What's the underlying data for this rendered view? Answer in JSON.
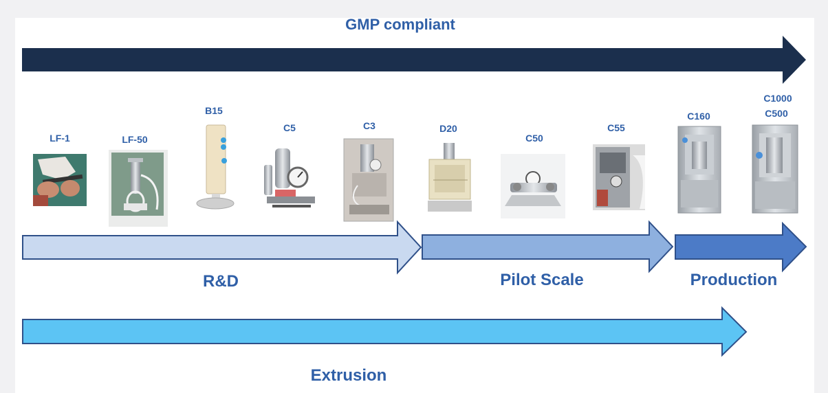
{
  "banner": {
    "title": "GMP compliant",
    "color": "#1b2f4d"
  },
  "devices": [
    {
      "label": "LF-1",
      "icon": "hand-homogenizer-photo"
    },
    {
      "label": "LF-50",
      "icon": "lipofast-extruder-photo"
    },
    {
      "label": "B15",
      "icon": "b15-column-photo"
    },
    {
      "label": "C5",
      "icon": "c5-homogenizer-photo"
    },
    {
      "label": "C3",
      "icon": "c3-homogenizer-photo"
    },
    {
      "label": "D20",
      "icon": "d20-machine-photo"
    },
    {
      "label": "C50",
      "icon": "c50-homogenizer-photo"
    },
    {
      "label": "C55",
      "icon": "c55-cabinet-photo"
    },
    {
      "label": "C160",
      "icon": "c160-cabinet-photo"
    },
    {
      "label": "C1000",
      "label2": "C500",
      "icon": "c1000-cabinet-photo"
    }
  ],
  "stages": {
    "rnd": {
      "label": "R&D",
      "color": "#c9d9f0"
    },
    "pilot": {
      "label": "Pilot Scale",
      "color": "#8eb0df"
    },
    "production": {
      "label": "Production",
      "color": "#4c7bc7"
    }
  },
  "extrusion": {
    "label": "Extrusion",
    "color": "#5cc4f4"
  }
}
